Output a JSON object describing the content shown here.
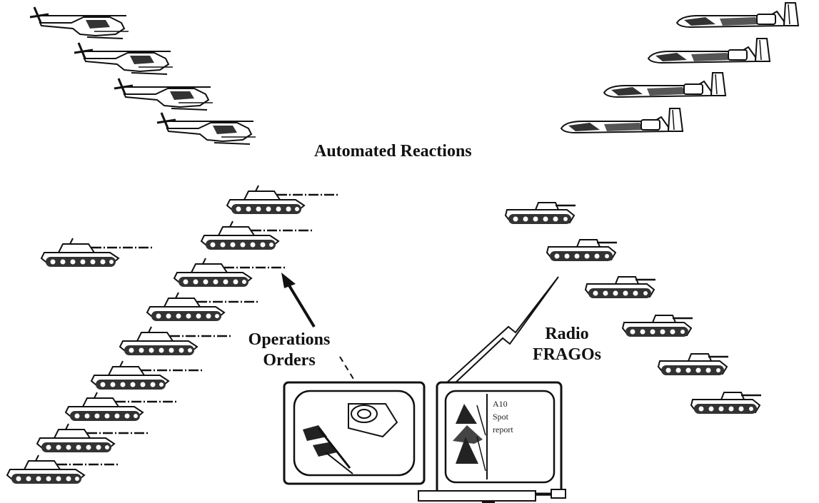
{
  "title": "Automated Reactions",
  "operations_label": [
    "Operations",
    "Orders"
  ],
  "radio_label": [
    "Radio",
    "FRAGOs"
  ],
  "screen_text": [
    "A10",
    "Spot",
    "report"
  ]
}
